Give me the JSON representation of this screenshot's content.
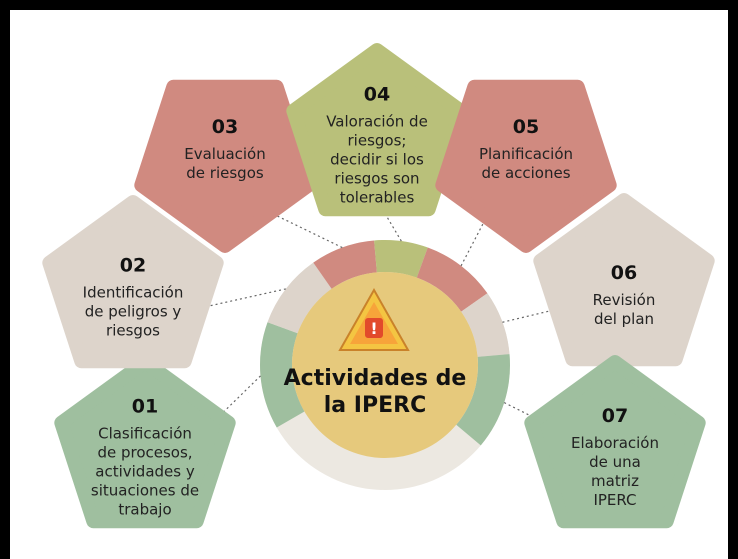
{
  "center": {
    "title_lines": [
      "Actividades de",
      "la IPERC"
    ],
    "icon": "warning-triangle-icon"
  },
  "colors": {
    "green": "#9fbf9f",
    "beige": "#ddd4cb",
    "red": "#d08a80",
    "olive": "#b9c07a",
    "center_fill": "#e6c97c",
    "warning_yellow": "#f4c542",
    "warning_red": "#e24a2b"
  },
  "steps": [
    {
      "number": "01",
      "label_lines": [
        "Clasificación",
        "de procesos,",
        "actividades y",
        "situaciones de",
        "trabajo"
      ],
      "color": "green"
    },
    {
      "number": "02",
      "label_lines": [
        "Identificación",
        "de peligros y",
        "riesgos"
      ],
      "color": "beige"
    },
    {
      "number": "03",
      "label_lines": [
        "Evaluación",
        "de riesgos"
      ],
      "color": "red"
    },
    {
      "number": "04",
      "label_lines": [
        "Valoración de",
        "riesgos;",
        "decidir si los",
        "riesgos son",
        "tolerables"
      ],
      "color": "olive"
    },
    {
      "number": "05",
      "label_lines": [
        "Planificación",
        "de acciones"
      ],
      "color": "red"
    },
    {
      "number": "06",
      "label_lines": [
        "Revisión",
        "del plan"
      ],
      "color": "beige"
    },
    {
      "number": "07",
      "label_lines": [
        "Elaboración",
        "de una",
        "matriz",
        "IPERC"
      ],
      "color": "green"
    }
  ]
}
